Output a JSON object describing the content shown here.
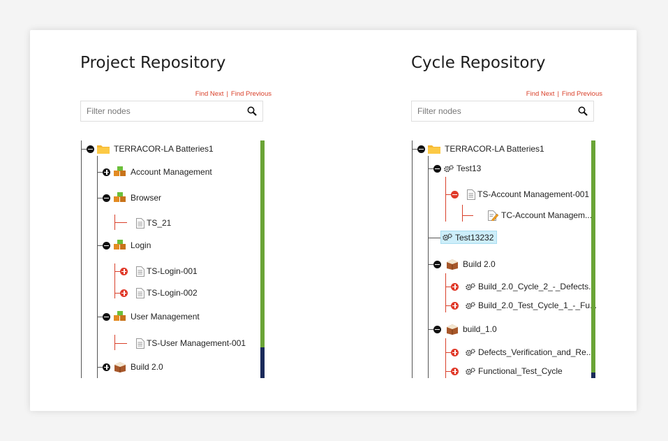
{
  "left": {
    "title": "Project Repository",
    "find_next": "Find Next",
    "find_prev": "Find Previous",
    "separator": "|",
    "filter_placeholder": "Filter nodes",
    "nodes": [
      {
        "label": "TERRACOR-LA Batteries1",
        "icon": "folder-icon",
        "toggle": "collapse"
      },
      {
        "label": "Account Management",
        "icon": "module-icon",
        "toggle": "expand"
      },
      {
        "label": "Browser",
        "icon": "module-icon",
        "toggle": "collapse"
      },
      {
        "label": "TS_21",
        "icon": "document-icon",
        "toggle": "none"
      },
      {
        "label": "Login",
        "icon": "module-icon",
        "toggle": "collapse"
      },
      {
        "label": "TS-Login-001",
        "icon": "document-icon",
        "toggle": "expand"
      },
      {
        "label": "TS-Login-002",
        "icon": "document-icon",
        "toggle": "expand"
      },
      {
        "label": "User Management",
        "icon": "module-icon",
        "toggle": "collapse"
      },
      {
        "label": "TS-User Management-001",
        "icon": "document-icon",
        "toggle": "none"
      },
      {
        "label": "Build 2.0",
        "icon": "build-icon",
        "toggle": "expand"
      }
    ],
    "scroll_colors": {
      "thumb": "#6aa436",
      "track": "#1a2a5a"
    }
  },
  "right": {
    "title": "Cycle Repository",
    "find_next": "Find Next",
    "find_prev": "Find Previous",
    "separator": "|",
    "filter_placeholder": "Filter nodes",
    "nodes": [
      {
        "label": "TERRACOR-LA Batteries1",
        "icon": "folder-icon",
        "toggle": "collapse"
      },
      {
        "label": "Test13",
        "icon": "gears-icon",
        "toggle": "collapse"
      },
      {
        "label": "TS-Account Management-001",
        "icon": "document-icon",
        "toggle": "collapse"
      },
      {
        "label": "TC-Account Managem...",
        "icon": "edit-document-icon",
        "toggle": "none"
      },
      {
        "label": "Test13232",
        "icon": "gears-icon",
        "toggle": "none",
        "selected": true
      },
      {
        "label": "Build 2.0",
        "icon": "build-icon",
        "toggle": "collapse"
      },
      {
        "label": "Build_2.0_Cycle_2_-_Defects...",
        "icon": "gears-icon",
        "toggle": "expand"
      },
      {
        "label": "Build_2.0_Test_Cycle_1_-_Fu...",
        "icon": "gears-icon",
        "toggle": "expand"
      },
      {
        "label": "build_1.0",
        "icon": "build-icon",
        "toggle": "collapse"
      },
      {
        "label": "Defects_Verification_and_Re...",
        "icon": "gears-icon",
        "toggle": "expand"
      },
      {
        "label": "Functional_Test_Cycle",
        "icon": "gears-icon",
        "toggle": "expand"
      }
    ],
    "scroll_colors": {
      "thumb": "#6aa436",
      "track": "#1a2a5a"
    }
  }
}
